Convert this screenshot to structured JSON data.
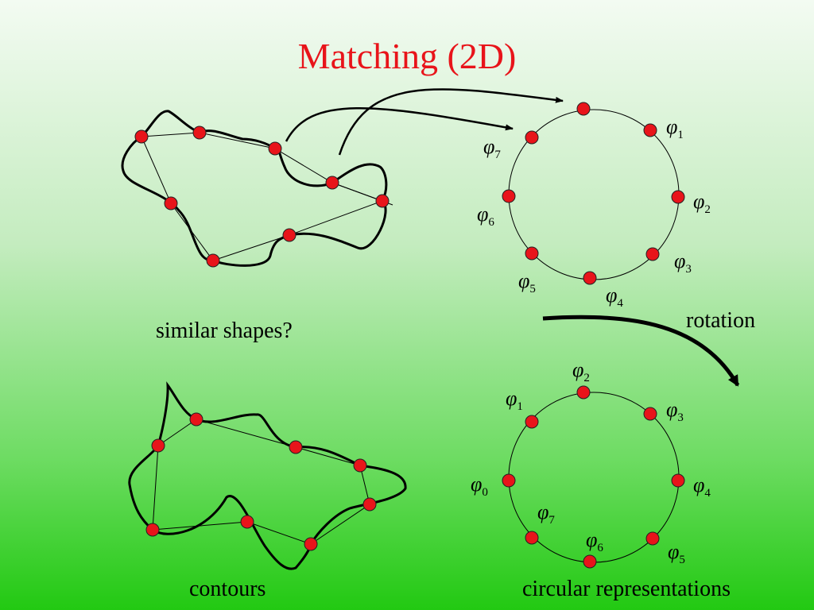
{
  "title": "Matching (2D)",
  "captions": {
    "similar_shapes": "similar shapes?",
    "contours": "contours",
    "rotation": "rotation",
    "circular_representations": "circular representations"
  },
  "phi_symbol": "φ",
  "top_circle_labels": [
    "1",
    "2",
    "3",
    "4",
    "5",
    "6",
    "7"
  ],
  "bottom_circle_labels": [
    "2",
    "3",
    "4",
    "5",
    "6",
    "7",
    "0",
    "1"
  ],
  "colors": {
    "title": "#e8141a",
    "point": "#e8141a",
    "stroke": "#000000"
  }
}
